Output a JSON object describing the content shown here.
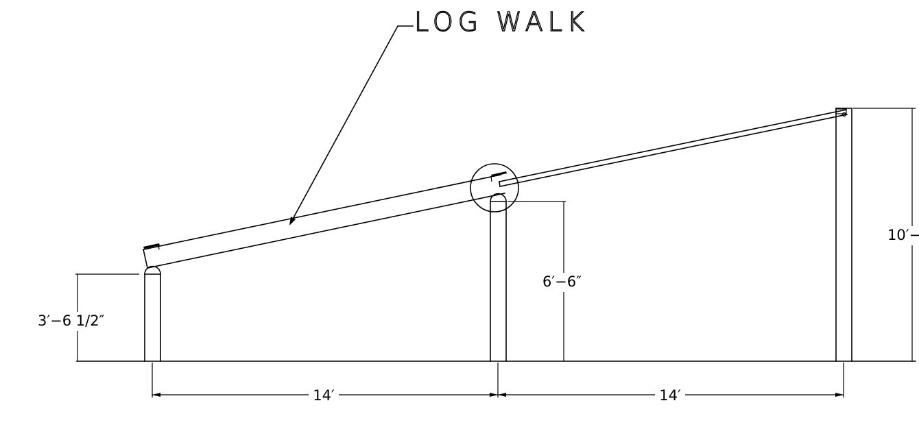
{
  "title": "LOG WALK",
  "dimensions": {
    "left_post_height": "3′−6 1/2″",
    "middle_post_height": "6′−6″",
    "right_post_height": "10′−",
    "span_left": "14′",
    "span_right": "14′"
  },
  "colors": {
    "line": "#000000",
    "background": "#ffffff"
  }
}
